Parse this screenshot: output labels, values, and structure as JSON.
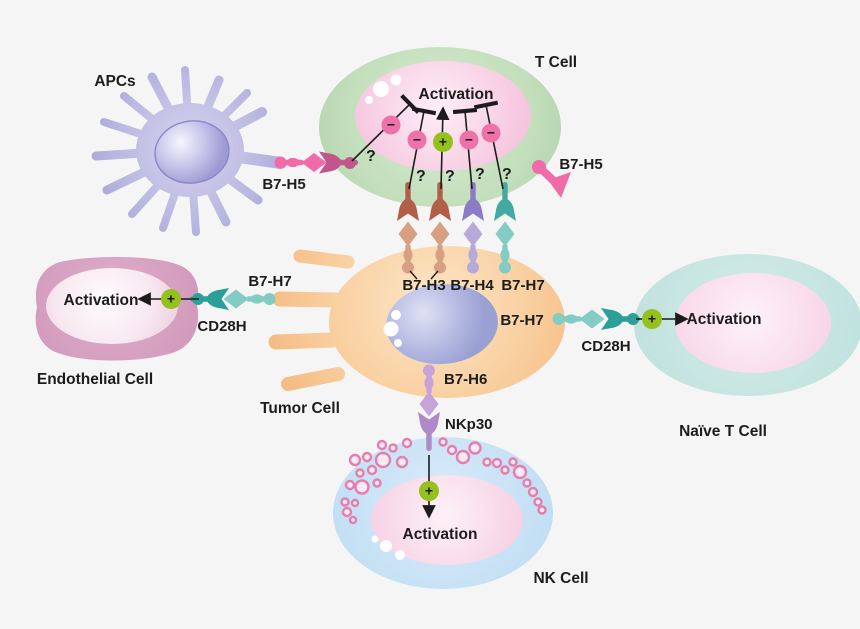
{
  "cells": {
    "apc": {
      "label": "APCs"
    },
    "t_cell": {
      "label": "T Cell",
      "status": "Activation"
    },
    "tumor_cell": {
      "label": "Tumor Cell"
    },
    "endothelial_cell": {
      "label": "Endothelial Cell",
      "status": "Activation"
    },
    "naive_t_cell": {
      "label": "Naïve T Cell",
      "status": "Activation"
    },
    "nk_cell": {
      "label": "NK Cell",
      "status": "Activation"
    }
  },
  "molecules": {
    "b7h5_apc_ligand": "B7-H5",
    "b7h5_soluble": "B7-H5",
    "b7h3": "B7-H3",
    "b7h4": "B7-H4",
    "b7h7_tumor_top": "B7-H7",
    "b7h7_tumor_left": "B7-H7",
    "cd28h_endothelial": "CD28H",
    "b7h7_tumor_right": "B7-H7",
    "cd28h_naive": "CD28H",
    "b7h6": "B7-H6",
    "nkp30": "NKp30"
  },
  "signs": {
    "minus": "−",
    "plus": "+",
    "question_mark": "?"
  },
  "colors": {
    "background": "#f5f5f6",
    "line": "#1c1c1c",
    "inhibit_circle": "#ee72aa",
    "activate_circle": "#95c11f",
    "b7h5_ligand": "#f06ba8",
    "b7h5_receptor": "#c0568c",
    "b7h3_receptor": "#b25f49",
    "b7h3_ligand": "#d89f82",
    "b7h4_receptor": "#8b7cc5",
    "b7h4_ligand": "#b6aadb",
    "b7h7_receptor": "#43a9a3",
    "b7h7_ligand": "#82ccc4",
    "cd28h": "#2d9f99",
    "b7h6_ligand": "#c6a3d8",
    "nkp30_receptor": "#ae8ac6",
    "granule": "#e27fae"
  }
}
